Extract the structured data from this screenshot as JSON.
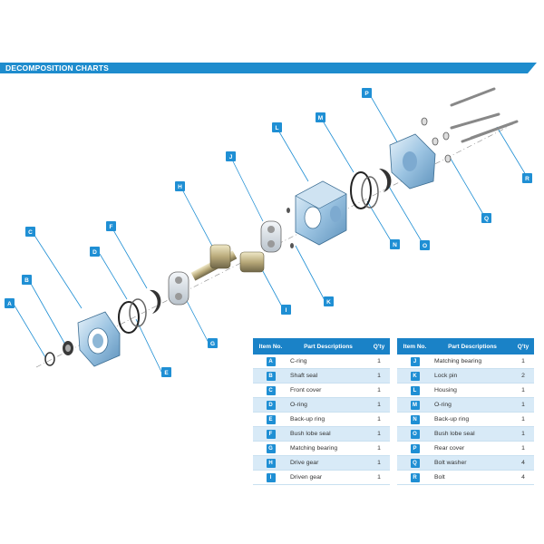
{
  "header": {
    "title": "DECOMPOSITION CHARTS"
  },
  "callouts": [
    "A",
    "B",
    "C",
    "D",
    "E",
    "F",
    "G",
    "H",
    "I",
    "J",
    "K",
    "L",
    "M",
    "N",
    "O",
    "P",
    "Q",
    "R"
  ],
  "table": {
    "headers": {
      "item": "Item No.",
      "desc": "Part Descriptions",
      "qty": "Q'ty"
    },
    "left": [
      {
        "item": "A",
        "desc": "C-ring",
        "qty": "1"
      },
      {
        "item": "B",
        "desc": "Shaft seal",
        "qty": "1"
      },
      {
        "item": "C",
        "desc": "Front cover",
        "qty": "1"
      },
      {
        "item": "D",
        "desc": "O-ring",
        "qty": "1"
      },
      {
        "item": "E",
        "desc": "Back-up ring",
        "qty": "1"
      },
      {
        "item": "F",
        "desc": "Bush lobe seal",
        "qty": "1"
      },
      {
        "item": "G",
        "desc": "Matching bearing",
        "qty": "1"
      },
      {
        "item": "H",
        "desc": "Drive gear",
        "qty": "1"
      },
      {
        "item": "I",
        "desc": "Driven gear",
        "qty": "1"
      }
    ],
    "right": [
      {
        "item": "J",
        "desc": "Matching bearing",
        "qty": "1"
      },
      {
        "item": "K",
        "desc": "Lock pin",
        "qty": "2"
      },
      {
        "item": "L",
        "desc": "Housing",
        "qty": "1"
      },
      {
        "item": "M",
        "desc": "O-ring",
        "qty": "1"
      },
      {
        "item": "N",
        "desc": "Back-up ring",
        "qty": "1"
      },
      {
        "item": "O",
        "desc": "Bush lobe seal",
        "qty": "1"
      },
      {
        "item": "P",
        "desc": "Rear cover",
        "qty": "1"
      },
      {
        "item": "Q",
        "desc": "Bolt washer",
        "qty": "4"
      },
      {
        "item": "R",
        "desc": "Bolt",
        "qty": "4"
      }
    ]
  }
}
